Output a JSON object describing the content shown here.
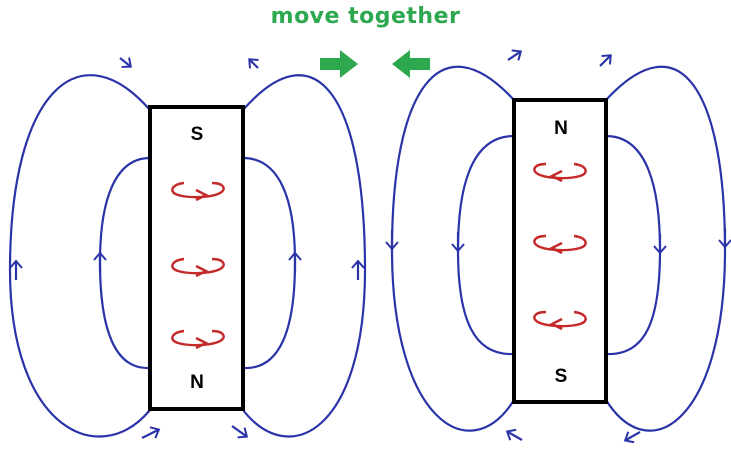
{
  "title": "move together",
  "magnets": {
    "left": {
      "top_pole": "S",
      "bottom_pole": "N"
    },
    "right": {
      "top_pole": "N",
      "bottom_pole": "S"
    }
  },
  "colors": {
    "field_lines": "#2b33a8",
    "magnet_outline": "#000000",
    "spin_arrows": "#c42a2a",
    "motion_arrows": "#2ea84f"
  },
  "icons": [
    "motion-arrow-right-icon",
    "motion-arrow-left-icon",
    "spin-arrow-icon"
  ]
}
